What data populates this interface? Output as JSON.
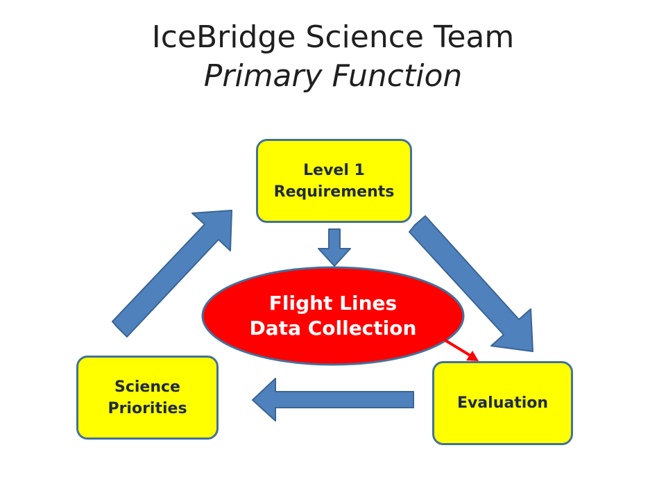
{
  "slide": {
    "title_line1": "IceBridge Science Team",
    "title_line2": "Primary Function"
  },
  "diagram": {
    "nodes": [
      {
        "id": "level1",
        "lines": [
          "Level 1",
          "Requirements"
        ],
        "fill": "#ffff00"
      },
      {
        "id": "flight",
        "lines": [
          "Flight Lines",
          "Data Collection"
        ],
        "fill": "#ff0000"
      },
      {
        "id": "evaluation",
        "lines": [
          "Evaluation"
        ],
        "fill": "#ffff00"
      },
      {
        "id": "science",
        "lines": [
          "Science",
          "Priorities"
        ],
        "fill": "#ffff00"
      }
    ],
    "edges": [
      {
        "from": "level1",
        "to": "flight"
      },
      {
        "from": "level1",
        "to": "evaluation"
      },
      {
        "from": "flight",
        "to": "evaluation"
      },
      {
        "from": "evaluation",
        "to": "science"
      },
      {
        "from": "science",
        "to": "level1"
      }
    ],
    "colors": {
      "box_fill": "#ffff00",
      "box_border": "#41719c",
      "ellipse_fill": "#ff0000",
      "arrow_fill": "#4f81bd",
      "arrow_stroke": "#3a6494",
      "connector": "#ff0000"
    }
  }
}
